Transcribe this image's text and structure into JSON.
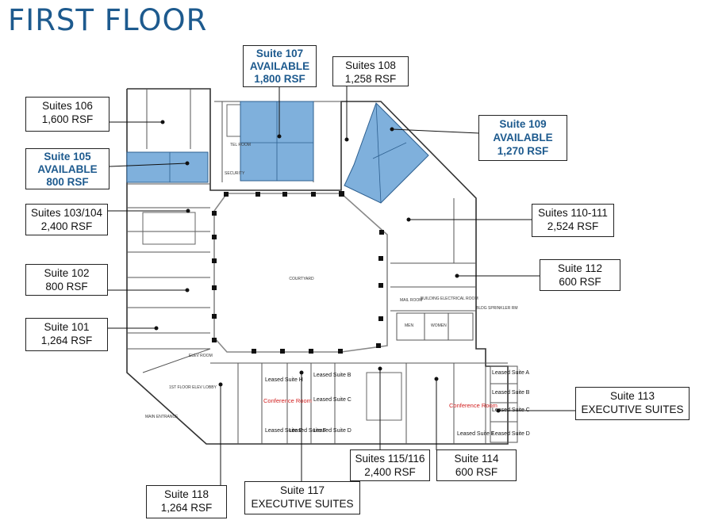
{
  "title": "FIRST FLOOR",
  "colors": {
    "title": "#1d5a8e",
    "available_fill": "#7fb0dc",
    "available_text": "#1d5a8e",
    "conference_text": "#d11f1f"
  },
  "callouts": {
    "s106": [
      "Suites 106",
      "1,600 RSF"
    ],
    "s105": [
      "Suite 105",
      "AVAILABLE",
      "800 RSF"
    ],
    "s107": [
      "Suite 107",
      "AVAILABLE",
      "1,800 RSF"
    ],
    "s108": [
      "Suites 108",
      "1,258 RSF"
    ],
    "s109": [
      "Suite 109",
      "AVAILABLE",
      "1,270 RSF"
    ],
    "s103": [
      "Suites 103/104",
      "2,400 RSF"
    ],
    "s110": [
      "Suites 110-111",
      "2,524 RSF"
    ],
    "s102": [
      "Suite 102",
      "800 RSF"
    ],
    "s112": [
      "Suite 112",
      "600 RSF"
    ],
    "s101": [
      "Suite 101",
      "1,264 RSF"
    ],
    "s113": [
      "Suite 113",
      "EXECUTIVE SUITES"
    ],
    "s115": [
      "Suites 115/116",
      "2,400 RSF"
    ],
    "s114": [
      "Suite 114",
      "600 RSF"
    ],
    "s117": [
      "Suite 117",
      "EXECUTIVE SUITES"
    ],
    "s118": [
      "Suite 118",
      "1,264 RSF"
    ]
  },
  "plan_labels": {
    "courtyard": "COURTYARD",
    "tel_room": "TEL ROOM",
    "security": "SECURITY",
    "mail_room": "MAIL ROOM",
    "building_electrical": "BUILDING ELECTRICAL ROOM",
    "bldg_sprinkler": "BLDG SPRINKLER RM",
    "men": "MEN",
    "women": "WOMEN",
    "elev_room": "ELEV ROOM",
    "elev_lobby": "1ST FLOOR ELEV LOBBY",
    "main_entrance": "MAIN ENTRANCE",
    "conference_room": "Conference Room",
    "leased_h": "Leased Suite H",
    "leased_b": "Leased Suite B",
    "leased_c": "Leased Suite C",
    "leased_e": "Leased Suite E",
    "leased_f": "Leased Suite F",
    "leased_d": "Leased Suite D",
    "leased_a": "Leased Suite A"
  }
}
